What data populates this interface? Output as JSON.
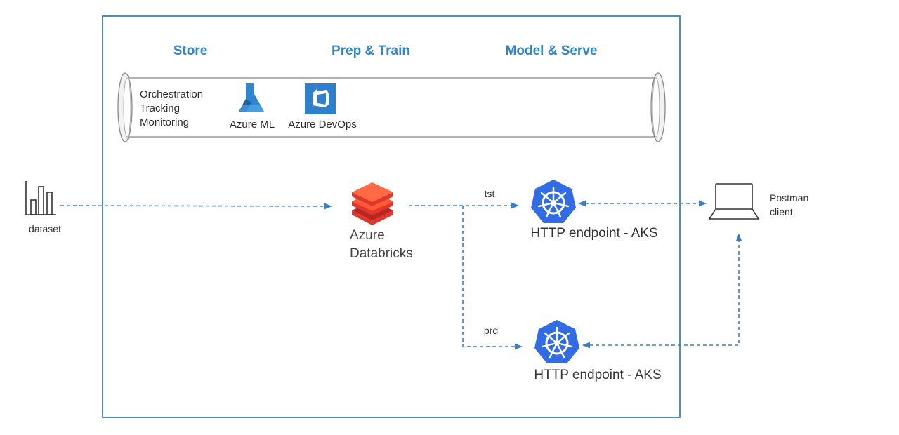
{
  "stages": {
    "store": "Store",
    "prep_train": "Prep & Train",
    "model_serve": "Model & Serve"
  },
  "pipeline": {
    "capabilities": [
      "Orchestration",
      "Tracking",
      "Monitoring"
    ],
    "azure_ml_label": "Azure ML",
    "azure_devops_label": "Azure DevOps"
  },
  "dataset": {
    "label": "dataset",
    "icon": "bar-chart-icon"
  },
  "databricks": {
    "line1": "Azure",
    "line2": "Databricks",
    "icon": "databricks-icon"
  },
  "endpoints": {
    "tst": {
      "edge_label": "tst",
      "label": "HTTP endpoint - AKS",
      "icon": "kubernetes-icon"
    },
    "prd": {
      "edge_label": "prd",
      "label": "HTTP endpoint - AKS",
      "icon": "kubernetes-icon"
    }
  },
  "client": {
    "line1": "Postman",
    "line2": "client",
    "icon": "laptop-icon"
  },
  "colors": {
    "frame": "#3a7fc6",
    "stage_text": "#2f86cf",
    "arrow": "#3a7fc6",
    "databricks_red": "#e0362c",
    "kubernetes_blue": "#326ce5"
  }
}
